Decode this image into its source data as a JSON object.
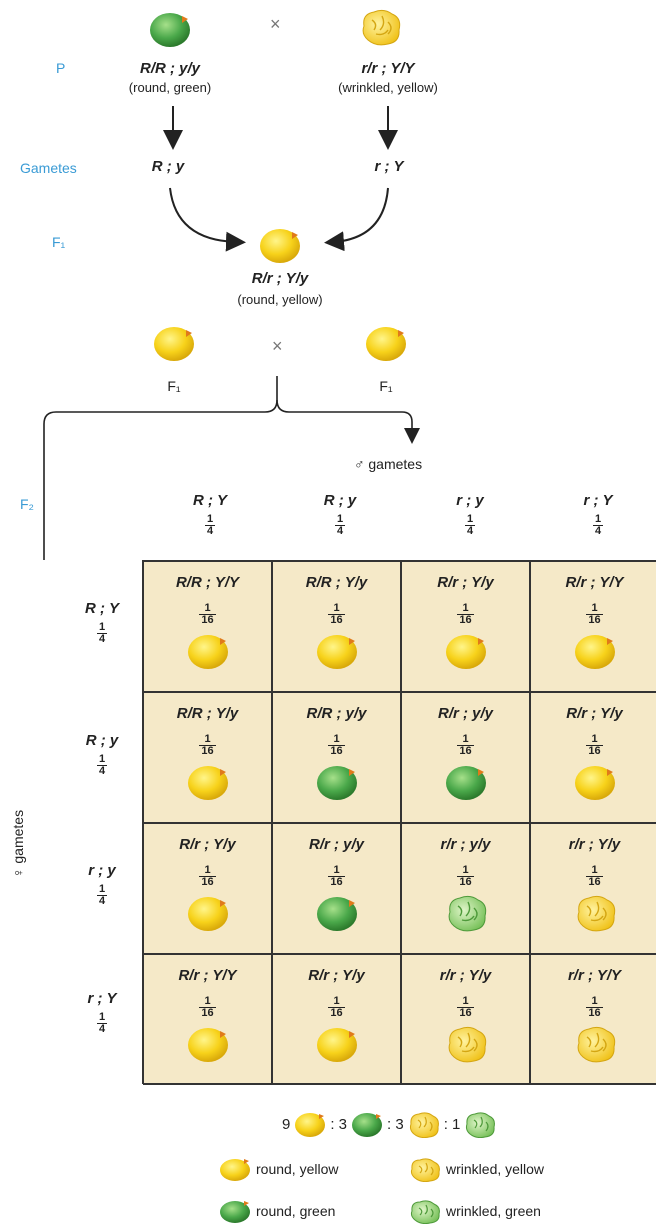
{
  "parental": {
    "label": "P",
    "left": {
      "genotype": "R/R ; y/y",
      "phenotype": "(round, green)"
    },
    "right": {
      "genotype": "r/r ; Y/Y",
      "phenotype": "(wrinkled, yellow)"
    },
    "cross_symbol": "×"
  },
  "gametes": {
    "label": "Gametes",
    "left": "R ; y",
    "right": "r ; Y"
  },
  "f1": {
    "label": "F₁",
    "genotype": "R/r ; Y/y",
    "phenotype": "(round, yellow)",
    "left_label": "F₁",
    "right_label": "F₁",
    "cross_symbol": "×"
  },
  "f2": {
    "label": "F₂",
    "male_gametes_label": "♂ gametes",
    "female_gametes_label": "gametes",
    "female_symbol": "♀",
    "columns": [
      {
        "gamete": "R ; Y",
        "num": "1",
        "den": "4"
      },
      {
        "gamete": "R ; y",
        "num": "1",
        "den": "4"
      },
      {
        "gamete": "r ; y",
        "num": "1",
        "den": "4"
      },
      {
        "gamete": "r ; Y",
        "num": "1",
        "den": "4"
      }
    ],
    "rows": [
      {
        "gamete": "R ; Y",
        "num": "1",
        "den": "4"
      },
      {
        "gamete": "R ; y",
        "num": "1",
        "den": "4"
      },
      {
        "gamete": "r ; y",
        "num": "1",
        "den": "4"
      },
      {
        "gamete": "r ; Y",
        "num": "1",
        "den": "4"
      }
    ],
    "cells": [
      [
        {
          "genotype": "R/R ; Y/Y",
          "num": "1",
          "den": "16",
          "pea": "round-yellow"
        },
        {
          "genotype": "R/R ; Y/y",
          "num": "1",
          "den": "16",
          "pea": "round-yellow"
        },
        {
          "genotype": "R/r ; Y/y",
          "num": "1",
          "den": "16",
          "pea": "round-yellow"
        },
        {
          "genotype": "R/r ; Y/Y",
          "num": "1",
          "den": "16",
          "pea": "round-yellow"
        }
      ],
      [
        {
          "genotype": "R/R ; Y/y",
          "num": "1",
          "den": "16",
          "pea": "round-yellow"
        },
        {
          "genotype": "R/R ; y/y",
          "num": "1",
          "den": "16",
          "pea": "round-green"
        },
        {
          "genotype": "R/r ; y/y",
          "num": "1",
          "den": "16",
          "pea": "round-green"
        },
        {
          "genotype": "R/r ; Y/y",
          "num": "1",
          "den": "16",
          "pea": "round-yellow"
        }
      ],
      [
        {
          "genotype": "R/r ; Y/y",
          "num": "1",
          "den": "16",
          "pea": "round-yellow"
        },
        {
          "genotype": "R/r ; y/y",
          "num": "1",
          "den": "16",
          "pea": "round-green"
        },
        {
          "genotype": "r/r ; y/y",
          "num": "1",
          "den": "16",
          "pea": "wrinkled-green"
        },
        {
          "genotype": "r/r ; Y/y",
          "num": "1",
          "den": "16",
          "pea": "wrinkled-yellow"
        }
      ],
      [
        {
          "genotype": "R/r ; Y/Y",
          "num": "1",
          "den": "16",
          "pea": "round-yellow"
        },
        {
          "genotype": "R/r ; Y/y",
          "num": "1",
          "den": "16",
          "pea": "round-yellow"
        },
        {
          "genotype": "r/r ; Y/y",
          "num": "1",
          "den": "16",
          "pea": "wrinkled-yellow"
        },
        {
          "genotype": "r/r ; Y/Y",
          "num": "1",
          "den": "16",
          "pea": "wrinkled-yellow"
        }
      ]
    ]
  },
  "ratio": {
    "a": "9",
    "b": ": 3",
    "c": ": 3",
    "d": ": 1"
  },
  "legend": {
    "round_yellow": "round, yellow",
    "wrinkled_yellow": "wrinkled, yellow",
    "round_green": "round, green",
    "wrinkled_green": "wrinkled, green"
  },
  "colors": {
    "yellow": "#f7d21a",
    "green": "#4aa84a",
    "wrinkled_green": "#9fd87f",
    "grid_bg": "#f5e9c8",
    "label_blue": "#3a9bd5"
  }
}
